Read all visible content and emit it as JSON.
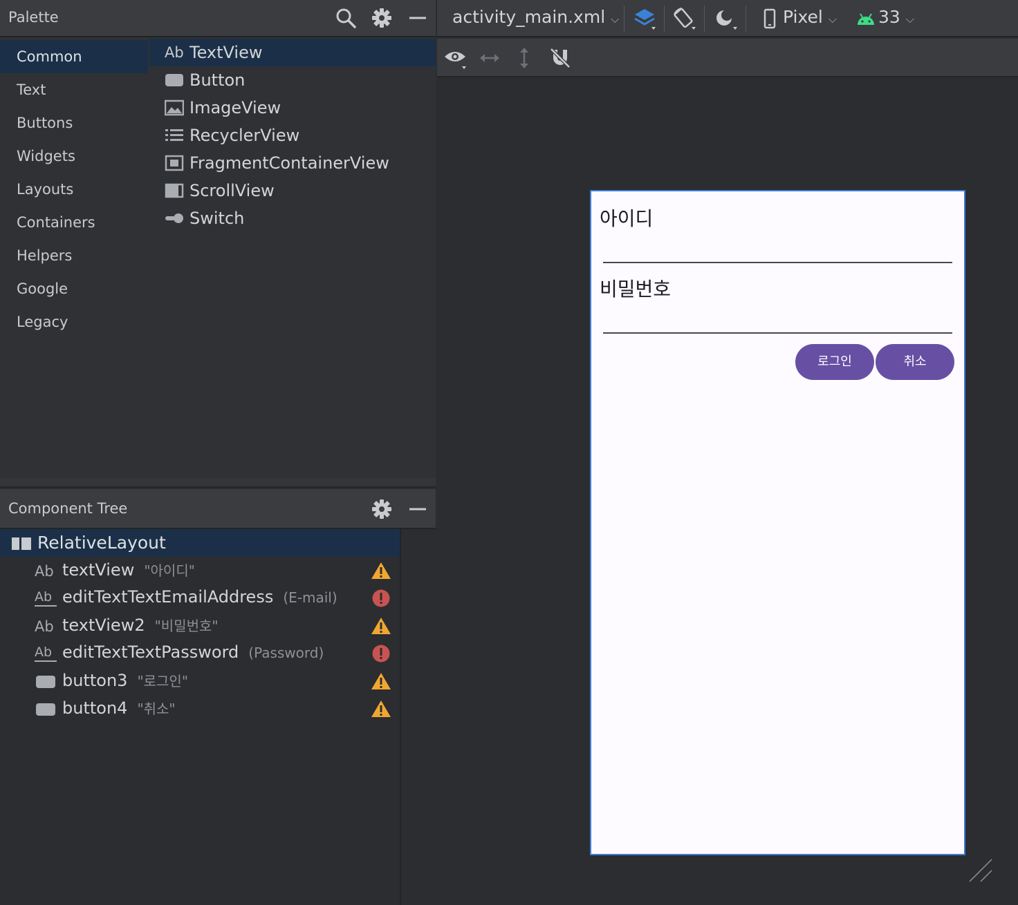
{
  "palette": {
    "title": "Palette",
    "categories": [
      "Common",
      "Text",
      "Buttons",
      "Widgets",
      "Layouts",
      "Containers",
      "Helpers",
      "Google",
      "Legacy"
    ],
    "components": [
      "TextView",
      "Button",
      "ImageView",
      "RecyclerView",
      "FragmentContainerView",
      "ScrollView",
      "Switch"
    ],
    "textview_icon_text": "Ab"
  },
  "component_tree": {
    "title": "Component Tree",
    "root": "RelativeLayout",
    "rows": [
      {
        "icon_text": "Ab",
        "name": "textView",
        "hint": "\"아이디\"",
        "status": "warning"
      },
      {
        "icon_text": "Ab",
        "name": "editTextTextEmailAddress",
        "hint": "(E-mail)",
        "status": "error"
      },
      {
        "icon_text": "Ab",
        "name": "textView2",
        "hint": "\"비밀번호\"",
        "status": "warning"
      },
      {
        "icon_text": "Ab",
        "name": "editTextTextPassword",
        "hint": "(Password)",
        "status": "error"
      },
      {
        "icon_text": "",
        "name": "button3",
        "hint": "\"로그인\"",
        "status": "warning"
      },
      {
        "icon_text": "",
        "name": "button4",
        "hint": "\"취소\"",
        "status": "warning"
      }
    ]
  },
  "toolbar": {
    "file": "activity_main.xml",
    "device": "Pixel",
    "api": "33"
  },
  "preview": {
    "id_label": "아이디",
    "pw_label": "비밀번호",
    "login_button": "로그인",
    "cancel_button": "취소"
  },
  "colors": {
    "selection": "#1b3048",
    "warning": "#f0a732",
    "error": "#c75450",
    "button": "#6750a4",
    "android_green": "#3ddc84",
    "layers_blue": "#3b82d6"
  }
}
